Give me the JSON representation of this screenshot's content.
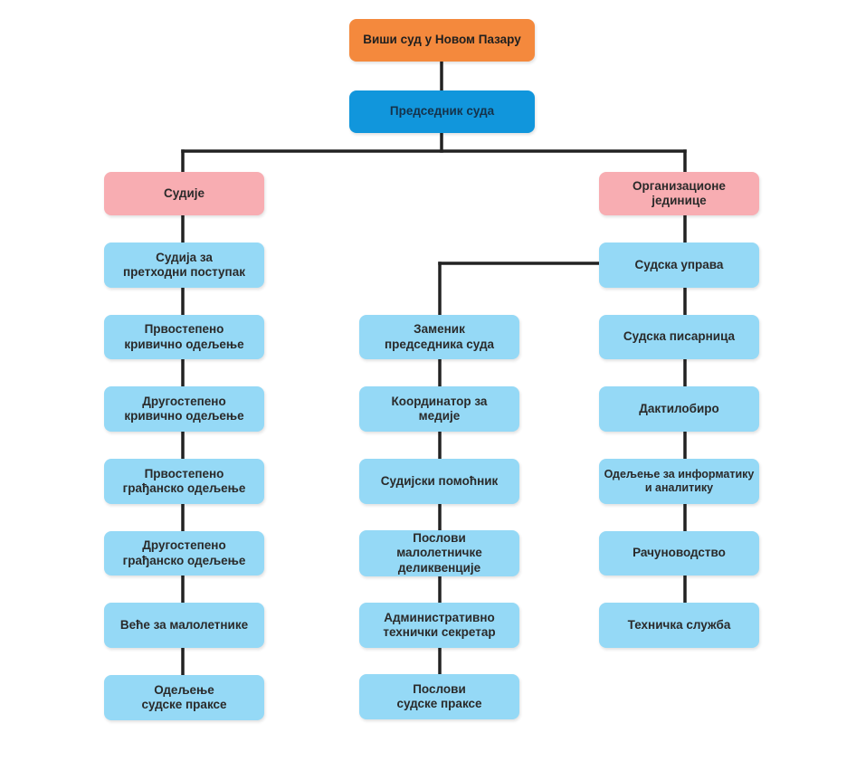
{
  "root": {
    "label": "Виши суд у Новом Пазару"
  },
  "president": {
    "label": "Председник суда"
  },
  "judges": {
    "label": "Судије",
    "items": [
      {
        "label": "Судија за\nпретходни поступак"
      },
      {
        "label": "Првостепено\nкривично одељење"
      },
      {
        "label": "Другостепено\nкривично одељење"
      },
      {
        "label": "Првостепено\nграђанско одељење"
      },
      {
        "label": "Другостепено\nграђанско одељење"
      },
      {
        "label": "Веће за малолетнике"
      },
      {
        "label": "Одељење\nсудске праксе"
      }
    ]
  },
  "deputy": {
    "items": [
      {
        "label": "Заменик\nпредседника суда"
      },
      {
        "label": "Координатор за\nмедије"
      },
      {
        "label": "Судијски помоћник"
      },
      {
        "label": "Послови\nмалолетничке\nделиквенције"
      },
      {
        "label": "Административно\nтехнички секретар"
      },
      {
        "label": "Послови\nсудске праксе"
      }
    ]
  },
  "org_units": {
    "label": "Организационе јединице",
    "items": [
      {
        "label": "Судска управа"
      },
      {
        "label": "Судска писарница"
      },
      {
        "label": "Дактилобиро"
      },
      {
        "label": "Одељење за информатику\nи аналитику"
      },
      {
        "label": "Рачуноводство"
      },
      {
        "label": "Техничка служба"
      }
    ]
  },
  "colors": {
    "root": "#f4893d",
    "president": "#1196dc",
    "category": "#f8adb2",
    "node": "#95d9f6",
    "connector": "#222222"
  }
}
